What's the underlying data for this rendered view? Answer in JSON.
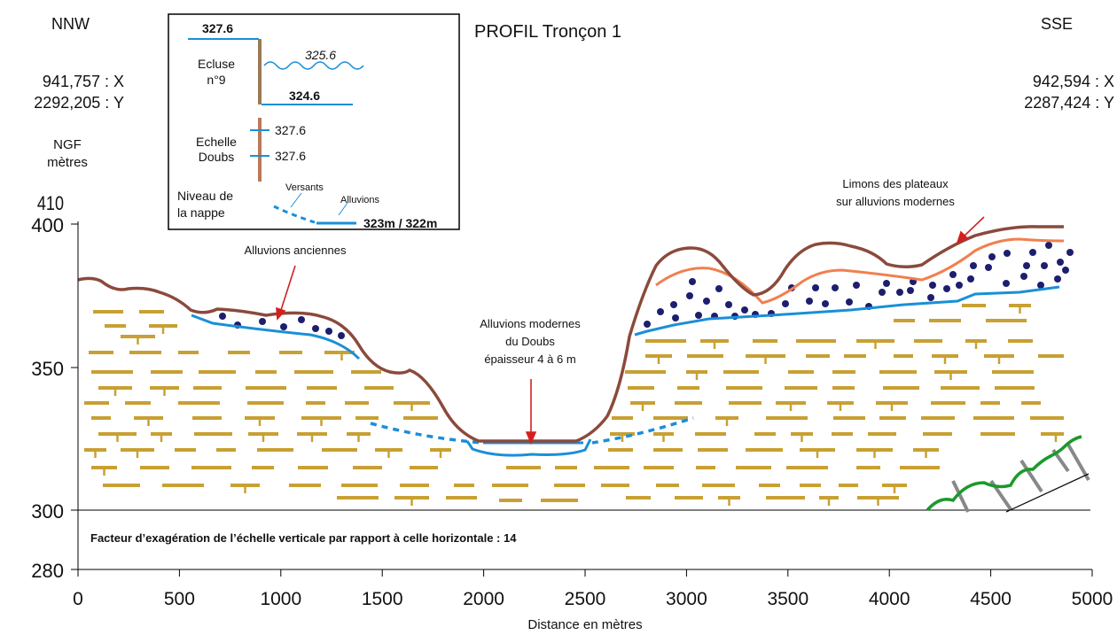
{
  "title": "PROFIL Tronçon 1",
  "left_end": {
    "direction": "NNW",
    "x": "941,757 : X",
    "y": "2292,205 : Y"
  },
  "right_end": {
    "direction": "SSE",
    "x": "942,594 : X",
    "y": "2287,424 : Y"
  },
  "y_axis": {
    "label_line1": "NGF",
    "label_line2": "mètres",
    "ticks": [
      "410",
      "400",
      "350",
      "300",
      "280"
    ]
  },
  "x_axis": {
    "label": "Distance en mètres",
    "ticks": [
      "0",
      "500",
      "1000",
      "1500",
      "2000",
      "2500",
      "3000",
      "3500",
      "4000",
      "4500",
      "5000"
    ]
  },
  "legend": {
    "lock_upstream": "327.6",
    "lock_water": "325.6",
    "lock_label_1": "Ecluse",
    "lock_label_2": "n°9",
    "lock_downstream": "324.6",
    "gauge_label_1": "Echelle",
    "gauge_label_2": "Doubs",
    "gauge_value_1": "327.6",
    "gauge_value_2": "327.6",
    "water_table_1": "Niveau de",
    "water_table_2": "la nappe",
    "slopes": "Versants",
    "alluvium": "Alluvions",
    "water_table_values": "323m / 322m"
  },
  "annotations": {
    "old_alluvium": "Alluvions anciennes",
    "modern_1": "Alluvions modernes",
    "modern_2": "du Doubs",
    "modern_3": "épaisseur 4 à 6 m",
    "silt_1": "Limons des plateaux",
    "silt_2": "sur alluvions modernes"
  },
  "footnote": "Facteur d’exagération de l’échelle verticale par rapport à celle horizontale : 14",
  "colors": {
    "terrain": "#8b4a3c",
    "silt": "#f08050",
    "water": "#1a8fd8",
    "rock": "#c8a033",
    "gravel": "#1e1e6e",
    "fault": "#1a9a2a",
    "arrow": "#d41f1f"
  }
}
